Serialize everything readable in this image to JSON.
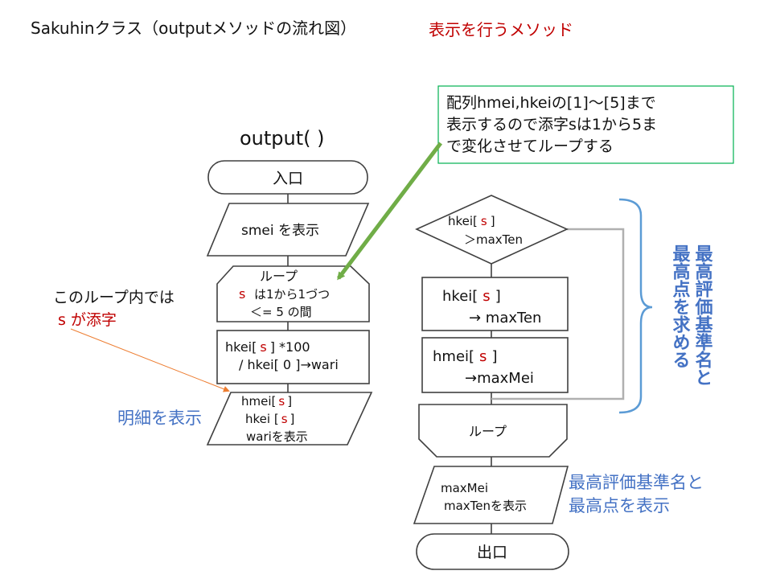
{
  "header": {
    "title": "Sakuhinクラス（outputメソッドの流れ図）",
    "subtitle": "表示を行うメソッド"
  },
  "colors": {
    "accent_red": "#c00000",
    "accent_blue": "#4472c4",
    "callout_border": "#00b050",
    "arrow_green": "#70ad47",
    "arrow_orange": "#ed7d31"
  },
  "left_flow": {
    "method_label": "output( )",
    "entry": "入口",
    "show_smei": "smei を表示",
    "loop_title": "ループ",
    "loop_var": "s",
    "loop_cond_1": "は1から1づつ",
    "loop_cond_2": "＜= 5 の間",
    "calc_1a": "hkei[",
    "calc_1b": "s",
    "calc_1c": "] *100",
    "calc_2": "/ hkei[ 0 ]→wari",
    "out_1a": "hmei[",
    "out_1b": "s",
    "out_1c": "]",
    "out_2a": "hkei [",
    "out_2b": "s",
    "out_2c": "]",
    "out_3": "wariを表示"
  },
  "right_flow": {
    "cond_1a": "hkei[",
    "cond_1b": "s",
    "cond_1c": "]",
    "cond_2": "＞maxTen",
    "set_ten_a": "hkei[",
    "set_ten_b": "s",
    "set_ten_c": "]",
    "set_ten_2": "→ maxTen",
    "set_mei_a": "hmei[",
    "set_mei_b": "s",
    "set_mei_c": "]",
    "set_mei_2": "→maxMei",
    "loop_end": "ループ",
    "show_1": "maxMei",
    "show_2": "maxTenを表示",
    "exit": "出口"
  },
  "annotations": {
    "callout_1": "配列hmei,hkeiの[1]～[5]まで",
    "callout_2": "表示するので添字sは1から5ま",
    "callout_3": "で変化させてループする",
    "loop_note_1": "このループ内では",
    "loop_note_2": "s が添字",
    "detail_note": "明細を表示",
    "brace_col_1": "最高評価基準名と",
    "brace_col_2": "最高点を求める",
    "bottom_note_1": "最高評価基準名と",
    "bottom_note_2": "最高点を表示"
  }
}
